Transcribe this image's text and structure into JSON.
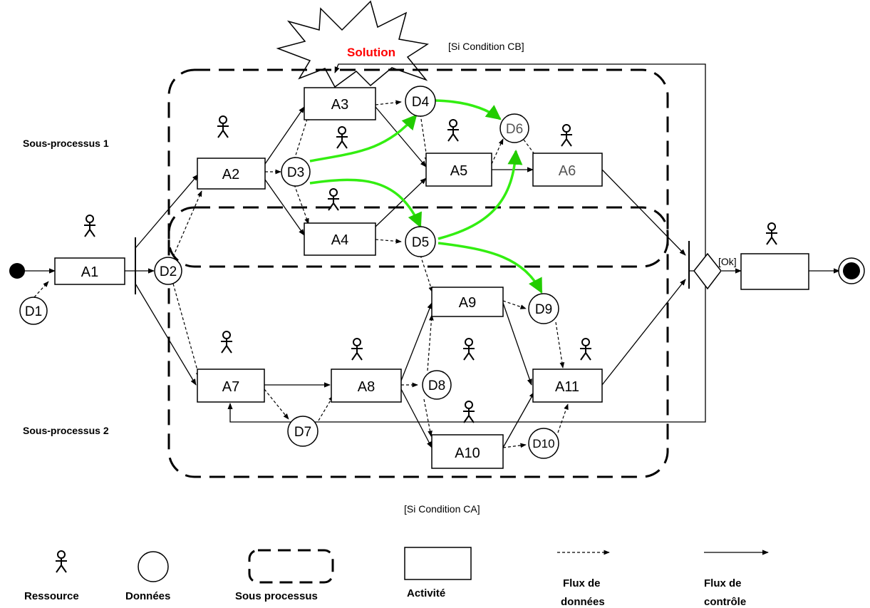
{
  "colors": {
    "ink": "#000000",
    "green": "#33ee11",
    "solution": "#ff0000"
  },
  "solution": {
    "label": "Solution"
  },
  "conditions": {
    "cb": "[Si Condition CB]",
    "ca": "[Si Condition CA]",
    "ok": "[Ok]"
  },
  "subprocesses": {
    "sp1": "Sous-processus 1",
    "sp2": "Sous-processus 2"
  },
  "activities": {
    "a1": "A1",
    "a2": "A2",
    "a3": "A3",
    "a4": "A4",
    "a5": "A5",
    "a6": "A6",
    "a7": "A7",
    "a8": "A8",
    "a9": "A9",
    "a10": "A10",
    "a11": "A11",
    "final": ""
  },
  "data": {
    "d1": "D1",
    "d2": "D2",
    "d3": "D3",
    "d4": "D4",
    "d5": "D5",
    "d6": "D6",
    "d7": "D7",
    "d8": "D8",
    "d9": "D9",
    "d10": "D10"
  },
  "legend": {
    "resource": "Ressource",
    "data": "Données",
    "subprocess": "Sous processus",
    "activity": "Activité",
    "data_flow_1": "Flux de",
    "data_flow_2": "données",
    "control_flow_1": "Flux de",
    "control_flow_2": "contrôle"
  }
}
